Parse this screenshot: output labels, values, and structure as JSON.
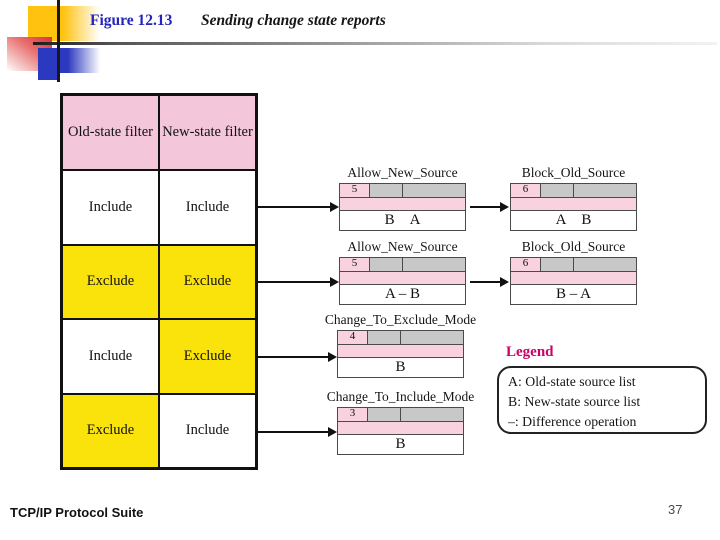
{
  "header": {
    "figure_label": "Figure 12.13",
    "title": "Sending change state reports"
  },
  "filter_table": {
    "col_headers": [
      "Old-state filter",
      "New-state filter"
    ],
    "rows": [
      {
        "old": "Include",
        "old_fill": "white",
        "new": "Include",
        "new_fill": "white"
      },
      {
        "old": "Exclude",
        "old_fill": "yellow",
        "new": "Exclude",
        "new_fill": "yellow"
      },
      {
        "old": "Include",
        "old_fill": "white",
        "new": "Exclude",
        "new_fill": "yellow"
      },
      {
        "old": "Exclude",
        "old_fill": "yellow",
        "new": "Include",
        "new_fill": "white"
      }
    ]
  },
  "packets": [
    {
      "label": "Allow_New_Source",
      "type_value": "5",
      "payload": "B  A"
    },
    {
      "label": "Block_Old_Source",
      "type_value": "6",
      "payload": "A  B"
    },
    {
      "label": "Allow_New_Source",
      "type_value": "5",
      "payload": "A – B"
    },
    {
      "label": "Block_Old_Source",
      "type_value": "6",
      "payload": "B – A"
    },
    {
      "label": "Change_To_Exclude_Mode",
      "type_value": "4",
      "payload": "B"
    },
    {
      "label": "Change_To_Include_Mode",
      "type_value": "3",
      "payload": "B"
    }
  ],
  "legend": {
    "title": "Legend",
    "items": [
      "A: Old-state source list",
      "B: New-state source list",
      "–: Difference operation"
    ]
  },
  "footer": {
    "left": "TCP/IP Protocol Suite",
    "page_number": "37"
  },
  "colors": {
    "header_pink": "#F3C6DA",
    "packet_pink": "#F8D2DE",
    "packet_gray": "#C8C8C8",
    "row_yellow": "#FAE30B",
    "title_blue": "#2323BE",
    "legend_magenta": "#CC0066"
  }
}
